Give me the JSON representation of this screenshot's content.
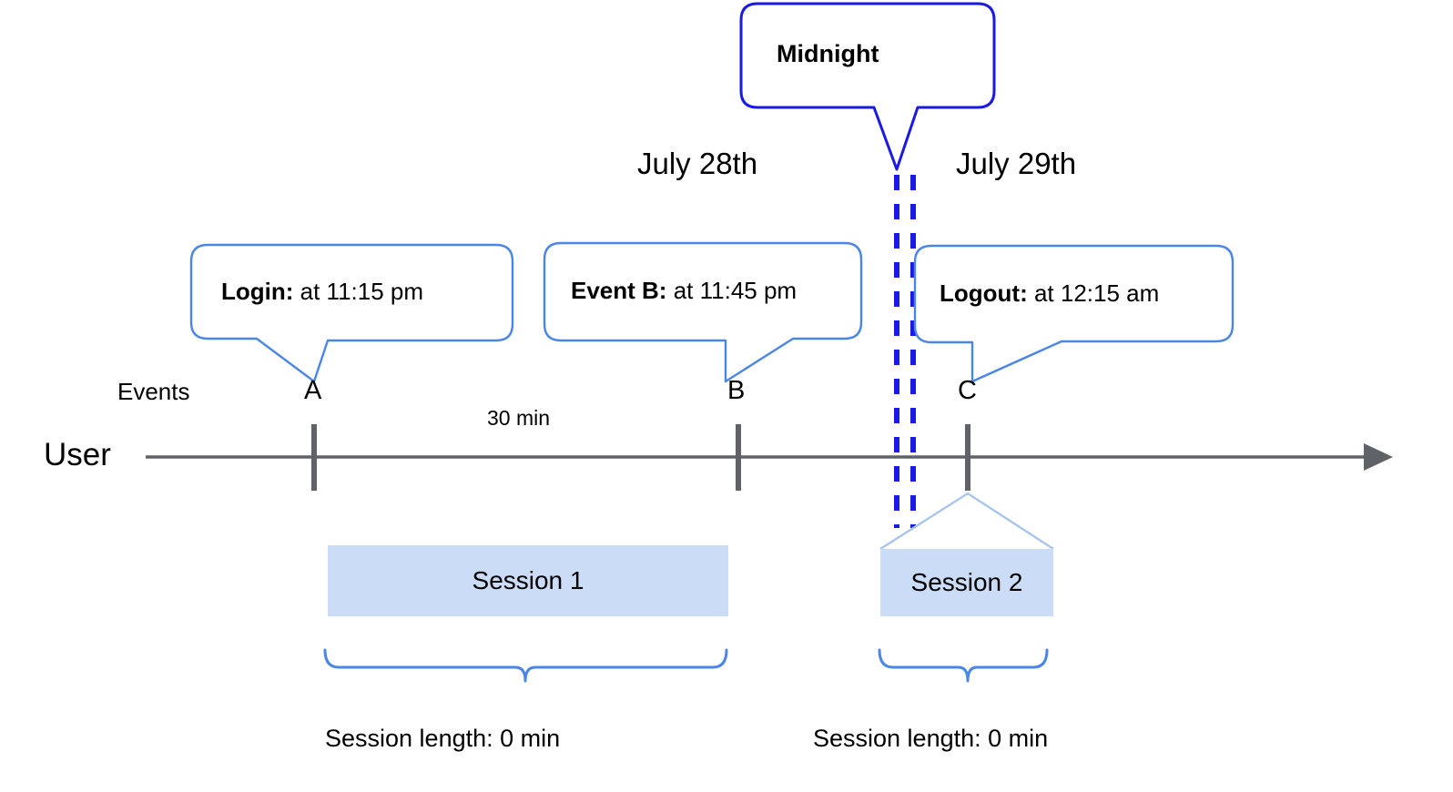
{
  "diagram": {
    "title_callout": {
      "label": "Midnight"
    },
    "day_labels": [
      {
        "name": "day-left",
        "text": "July 28th"
      },
      {
        "name": "day-right",
        "text": "July 29th"
      }
    ],
    "event_callouts": [
      {
        "id": "A",
        "bold": "Login:",
        "rest": " at 11:15 pm"
      },
      {
        "id": "B",
        "bold": "Event B:",
        "rest": " at 11:45 pm"
      },
      {
        "id": "C",
        "bold": "Logout:",
        "rest": " at 12:15 am"
      }
    ],
    "axis": {
      "row_label": "User",
      "events_label": "Events",
      "ticks": [
        {
          "letter": "A"
        },
        {
          "letter": "B"
        },
        {
          "letter": "C"
        }
      ],
      "gap_label": "30 min"
    },
    "sessions": [
      {
        "label": "Session 1",
        "length_label": "Session length: 0 min"
      },
      {
        "label": "Session 2",
        "length_label": "Session length: 0 min"
      }
    ],
    "colors": {
      "callout_border": "#4a86e8",
      "midnight_border": "#1a1ae6",
      "midnight_dash": "#1a1ae6",
      "session_fill": "#cbdcf7",
      "brace": "#4a86e8",
      "axis": "#5f6368",
      "pointer": "#a8c5ee"
    }
  }
}
